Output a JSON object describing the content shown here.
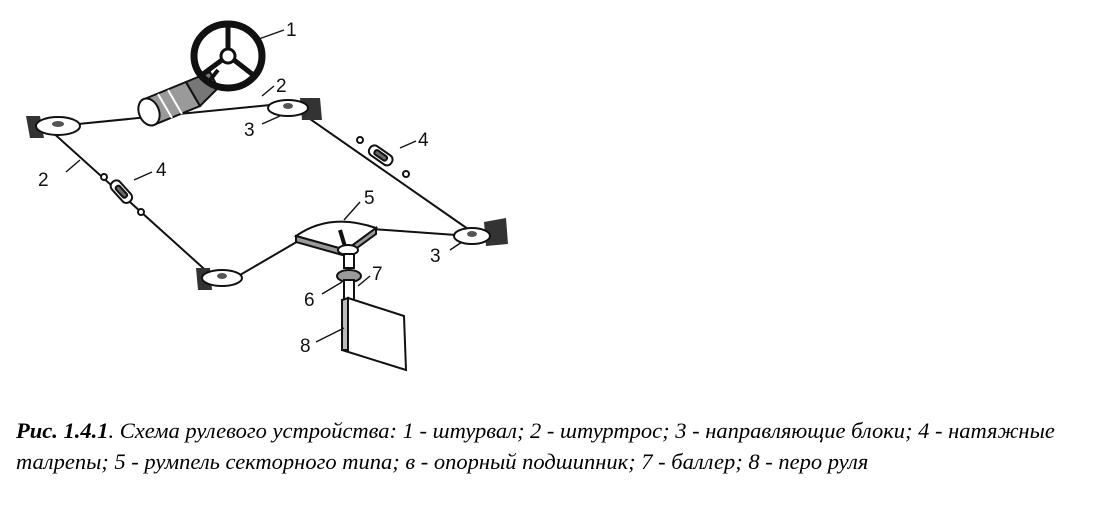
{
  "labels": {
    "steering_wheel": "1",
    "cable_top": "2",
    "cable_left": "2",
    "guide_block_top": "3",
    "guide_block_right": "3",
    "turnbuckle_right": "4",
    "turnbuckle_left": "4",
    "tiller": "5",
    "bearing": "6",
    "stock": "7",
    "blade": "8"
  },
  "caption": {
    "figure": "Рис. 1.4.1",
    "text": ". Схема рулевого устройства: 1 - штурвал; 2 - штуртрос; 3 - направляющие блоки; 4 - натяжные талрепы; 5 - румпель секторного типа; в - опорный подшипник; 7 - баллер; 8 - перо руля"
  },
  "colors": {
    "line": "#111111",
    "fill": "#ffffff",
    "shade": "#9a9a9a"
  }
}
